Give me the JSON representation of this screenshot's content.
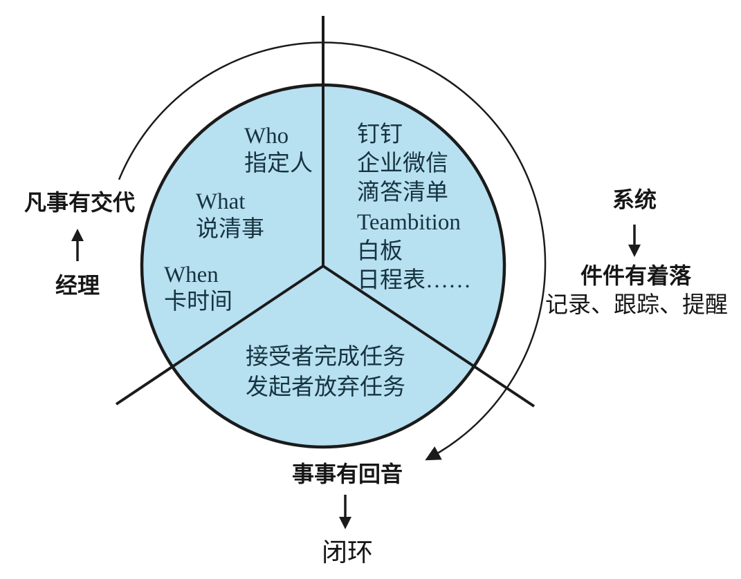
{
  "colors": {
    "circle_fill": "#b7e0f1",
    "line": "#1b1b1b",
    "inner_text": "#17333f",
    "label_text": "#161616"
  },
  "circle": {
    "who_sector": {
      "lines": [
        "Who",
        "指定人",
        "What",
        "说清事",
        "When",
        "卡时间"
      ]
    },
    "tools_sector": {
      "lines": [
        "钉钉",
        "企业微信",
        "滴答清单",
        "Teambition",
        "白板",
        "日程表……"
      ]
    },
    "close_sector": {
      "lines": [
        "接受者完成任务",
        "发起者放弃任务"
      ]
    }
  },
  "labels": {
    "left_title": "凡事有交代",
    "left_actor": "经理",
    "right_actor": "系统",
    "right_title": "件件有着落",
    "right_subtitle": "记录、跟踪、提醒",
    "bottom_title": "事事有回音",
    "bottom_result": "闭环"
  }
}
